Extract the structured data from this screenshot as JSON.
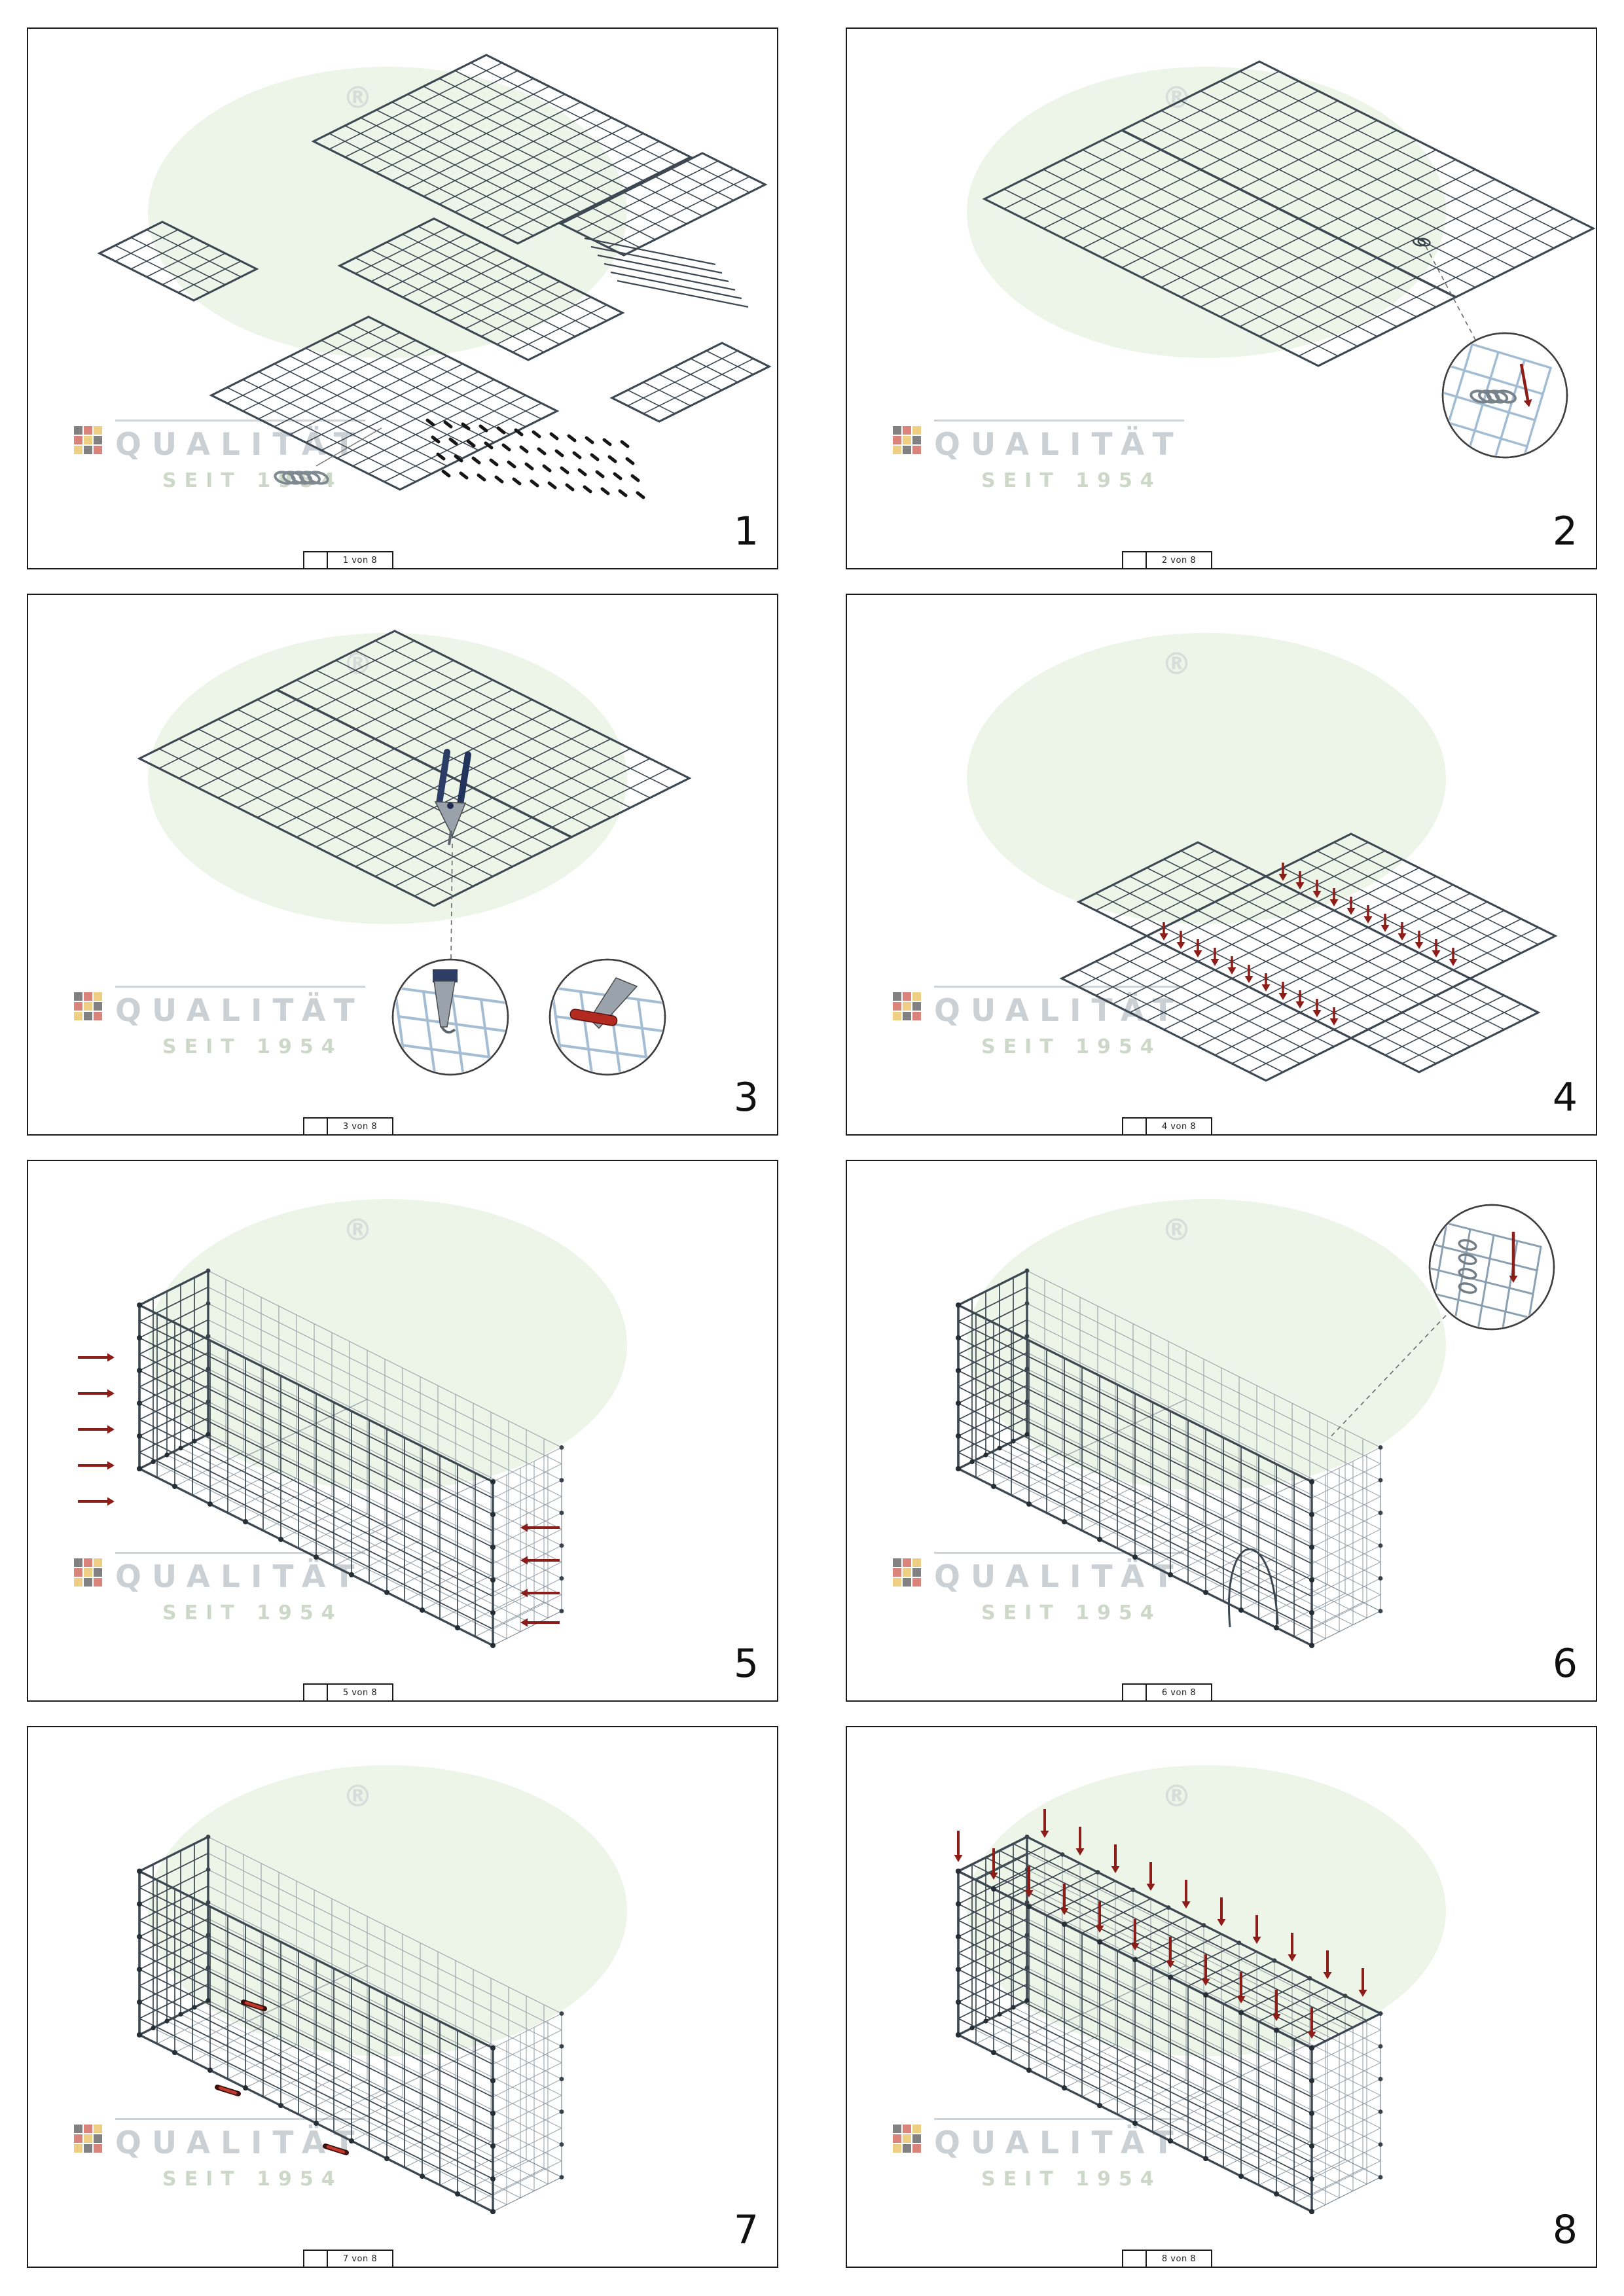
{
  "document": {
    "watermark": {
      "line1": "QUALITÄT",
      "line2": "SEIT 1954",
      "registered": "®",
      "logo_colors": [
        "#3a3a3a",
        "#c43c2e",
        "#e4b33c",
        "#c43c2e",
        "#e4b33c",
        "#3a3a3a",
        "#e4b33c",
        "#3a3a3a",
        "#c43c2e"
      ],
      "ellipse_color": "#edf4e8",
      "text_color": "#c6ccd1"
    },
    "mesh_color": "#3d4852",
    "mesh_light_color": "#7b8792",
    "accent_red": "#8c1d18",
    "pages_total": 8
  },
  "steps": [
    {
      "number": "1",
      "page_label": "1 von 8",
      "illustration": "parts-overview-mesh-panels-spirals-rods"
    },
    {
      "number": "2",
      "page_label": "2 von 8",
      "illustration": "flat-mesh-with-spiral-detail-magnifier"
    },
    {
      "number": "3",
      "page_label": "3 von 8",
      "illustration": "flat-mesh-pliers-and-clip-detail-magnifiers"
    },
    {
      "number": "4",
      "page_label": "4 von 8",
      "illustration": "unfolded-basket-cross-with-fold-arrows"
    },
    {
      "number": "5",
      "page_label": "5 von 8",
      "illustration": "assembled-basket-side-spiral-arrows"
    },
    {
      "number": "6",
      "page_label": "6 von 8",
      "illustration": "assembled-basket-spiral-magnifier"
    },
    {
      "number": "7",
      "page_label": "7 von 8",
      "illustration": "assembled-basket-with-clips"
    },
    {
      "number": "8",
      "page_label": "8 von 8",
      "illustration": "closing-lid-with-spiral-arrows"
    }
  ]
}
